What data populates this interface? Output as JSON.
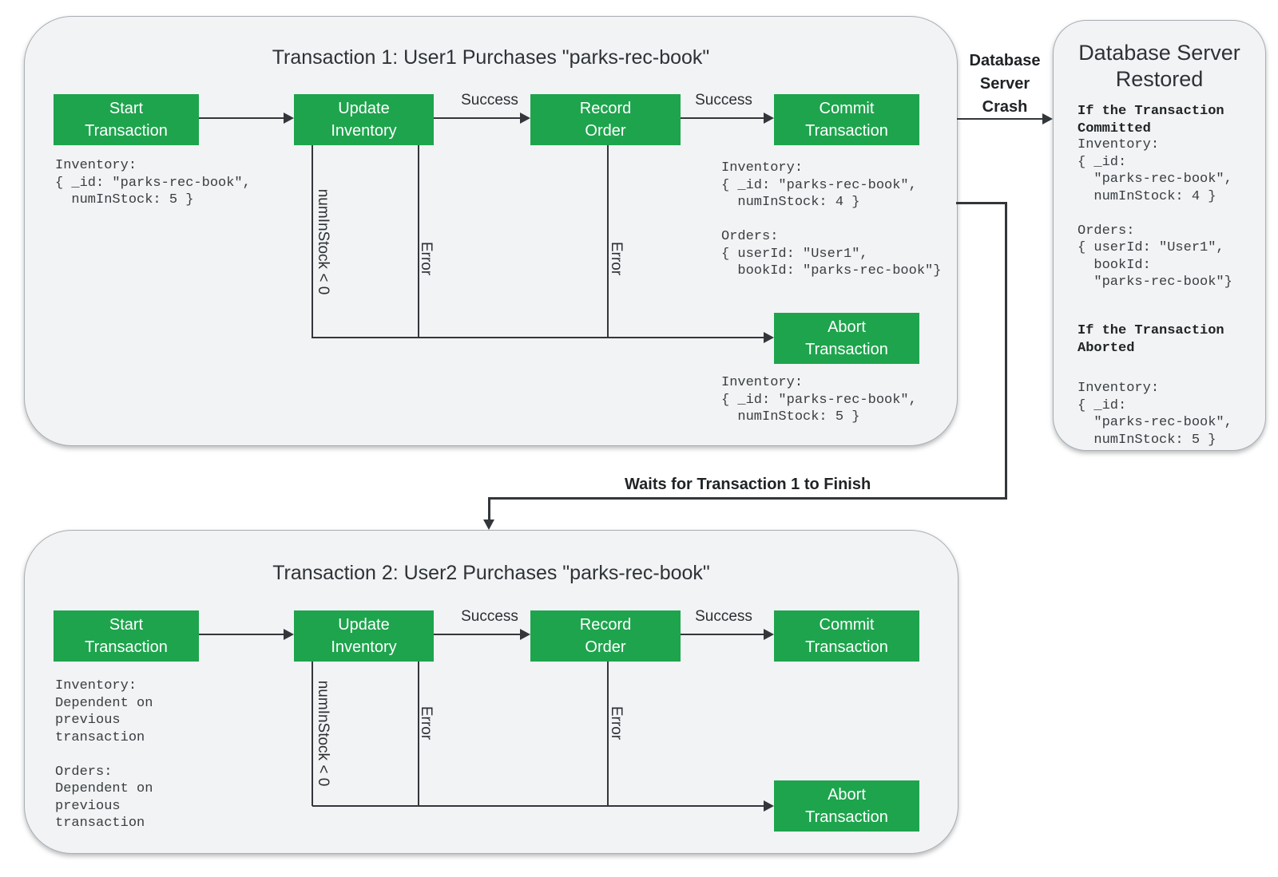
{
  "t1": {
    "title": "Transaction 1: User1 Purchases \"parks-rec-book\"",
    "nodes": {
      "start": "Start\nTransaction",
      "update": "Update\nInventory",
      "record": "Record\nOrder",
      "commit": "Commit\nTransaction",
      "abort": "Abort\nTransaction"
    },
    "edges": {
      "success1": "Success",
      "success2": "Success",
      "num_check": "numInStock < 0",
      "error1": "Error",
      "error2": "Error"
    },
    "notes": {
      "start_inventory": "Inventory:\n{ _id: \"parks-rec-book\",\n  numInStock: 5 }",
      "commit_result": "Inventory:\n{ _id: \"parks-rec-book\",\n  numInStock: 4 }\n\nOrders:\n{ userId: \"User1\",\n  bookId: \"parks-rec-book\"}",
      "abort_result": "Inventory:\n{ _id: \"parks-rec-book\",\n  numInStock: 5 }"
    }
  },
  "t2": {
    "title": "Transaction 2: User2 Purchases \"parks-rec-book\"",
    "nodes": {
      "start": "Start\nTransaction",
      "update": "Update\nInventory",
      "record": "Record\nOrder",
      "commit": "Commit\nTransaction",
      "abort": "Abort\nTransaction"
    },
    "edges": {
      "success1": "Success",
      "success2": "Success",
      "num_check": "numInStock < 0",
      "error1": "Error",
      "error2": "Error"
    },
    "notes": {
      "start_inventory": "Inventory:\nDependent on\nprevious\ntransaction\n\nOrders:\nDependent on\nprevious\ntransaction"
    }
  },
  "connectors": {
    "crash_label": "Database\nServer\nCrash",
    "waits_label": "Waits for Transaction 1 to Finish"
  },
  "db_server": {
    "title": "Database Server\nRestored",
    "committed_heading": "If the Transaction\nCommitted",
    "committed_body": "Inventory:\n{ _id:\n  \"parks-rec-book\",\n  numInStock: 4 }\n\nOrders:\n{ userId: \"User1\",\n  bookId:\n  \"parks-rec-book\"}",
    "aborted_heading": "If the Transaction\nAborted",
    "aborted_body": "Inventory:\n{ _id:\n  \"parks-rec-book\",\n  numInStock: 5 }"
  },
  "colors": {
    "node_green": "#1ea44d",
    "line": "#33373b",
    "panel_bg": "#f1f3f4",
    "text": "#2e3236"
  }
}
